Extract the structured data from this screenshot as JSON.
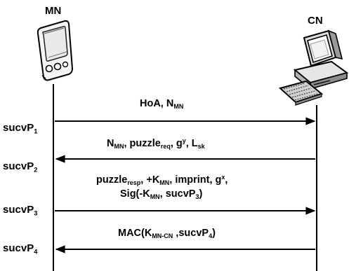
{
  "actors": {
    "mn": {
      "name": "MN",
      "icon": "mobile-phone-icon"
    },
    "cn": {
      "name": "CN",
      "icon": "desktop-computer-icon"
    }
  },
  "steps": {
    "p1": {
      "base": "sucvP",
      "sub": "1"
    },
    "p2": {
      "base": "sucvP",
      "sub": "2"
    },
    "p3": {
      "base": "sucvP",
      "sub": "3"
    },
    "p4": {
      "base": "sucvP",
      "sub": "4"
    }
  },
  "messages": {
    "m1": {
      "direction": "MN → CN",
      "hoa": "HoA, N",
      "hoa_sub": "MN"
    },
    "m2": {
      "direction": "CN → MN",
      "n": "N",
      "n_sub": "MN",
      "puzzle": ", puzzle",
      "puzzle_sub": "req",
      "g": ", g",
      "g_sup": "y",
      "l": ", L",
      "l_sub": "sk"
    },
    "m3": {
      "direction": "MN → CN",
      "line1_a": "puzzle",
      "line1_a_sub": "resp",
      "line1_b": ", +K",
      "line1_b_sub": "MN",
      "line1_c": ", imprint, g",
      "line1_c_sup": "x",
      "line1_d": ",",
      "line2_a": "Sig(-K",
      "line2_a_sub": "MN",
      "line2_b": ", sucvP",
      "line2_b_sub": "3",
      "line2_c": ")"
    },
    "m4": {
      "direction": "CN → MN",
      "a": "MAC(K",
      "a_sub": "MN-CN",
      "b": " ,sucvP",
      "b_sub": "4",
      "c": ")"
    }
  },
  "colors": {
    "line": "#000000",
    "background": "#ffffff"
  }
}
